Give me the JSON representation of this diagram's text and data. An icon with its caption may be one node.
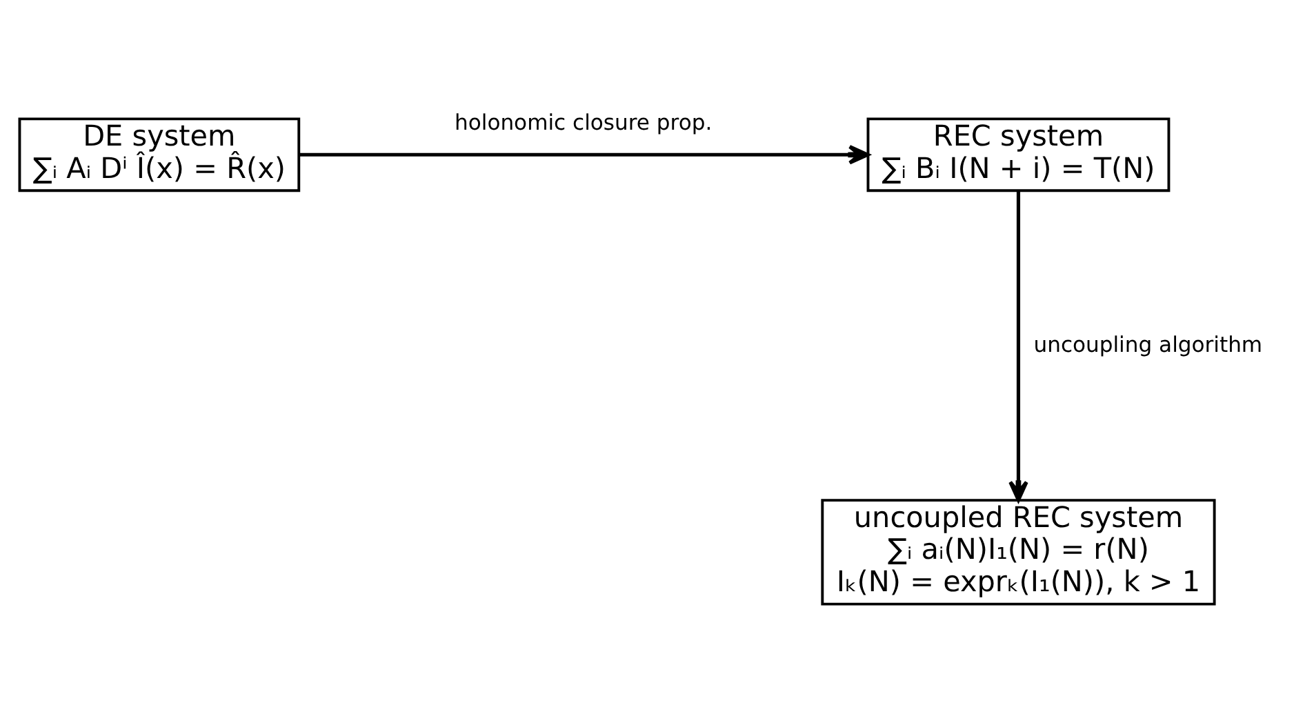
{
  "diagram": {
    "nodes": [
      {
        "text": [
          "DE system",
          "∑ᵢ Aᵢ Dⁱ Î(x) = R̂(x)"
        ]
      },
      {
        "text": [
          "REC system",
          "∑ᵢ Bᵢ I(N + i) = T(N)"
        ]
      },
      {
        "text": [
          "uncoupled REC system",
          "∑ᵢ aᵢ(N)I₁(N) = r(N)",
          "Iₖ(N) = exprₖ(I₁(N)), k > 1"
        ]
      }
    ],
    "edges": [
      {
        "from": 0,
        "to": 1,
        "arrow": "to",
        "label": "holonomic closure prop."
      },
      {
        "from": 1,
        "to": 2,
        "arrow": "to",
        "label": "uncoupling algorithm"
      }
    ]
  }
}
